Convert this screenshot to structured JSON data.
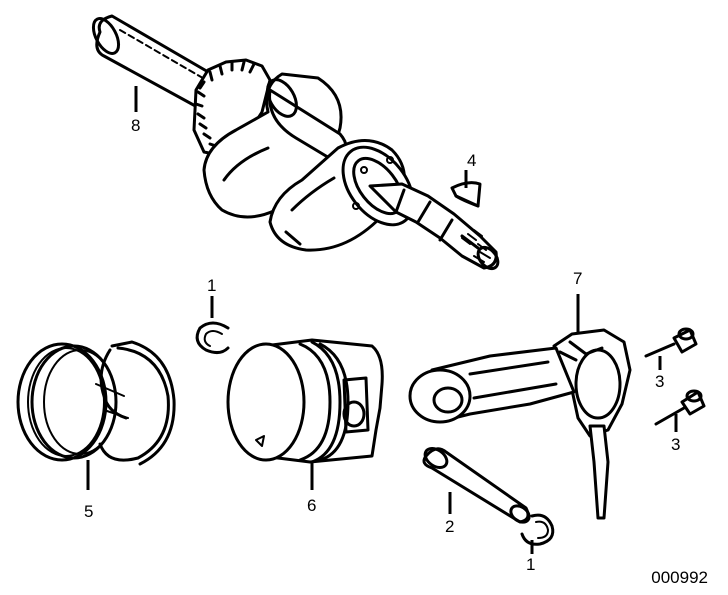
{
  "diagram": {
    "callouts": [
      {
        "id": "label-8",
        "text": "8"
      },
      {
        "id": "label-4",
        "text": "4"
      },
      {
        "id": "label-1-top",
        "text": "1"
      },
      {
        "id": "label-7",
        "text": "7"
      },
      {
        "id": "label-3-top",
        "text": "3"
      },
      {
        "id": "label-3-bottom",
        "text": "3"
      },
      {
        "id": "label-5",
        "text": "5"
      },
      {
        "id": "label-6",
        "text": "6"
      },
      {
        "id": "label-2",
        "text": "2"
      },
      {
        "id": "label-1-bottom",
        "text": "1"
      }
    ],
    "reference_number": "000992"
  }
}
